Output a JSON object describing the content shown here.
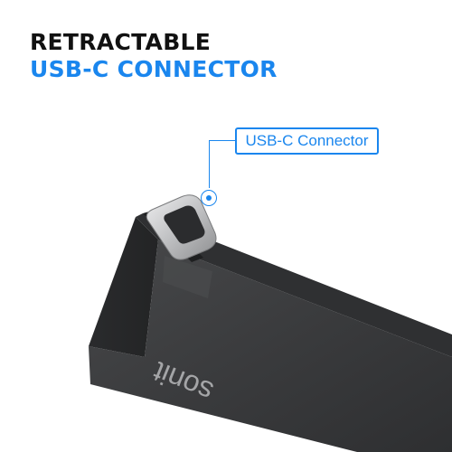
{
  "headline": {
    "line1": "RETRACTABLE",
    "line2": "USB-C CONNECTOR"
  },
  "callout": {
    "label": "USB-C Connector"
  },
  "device": {
    "brand_text": "sonit"
  },
  "colors": {
    "accent": "#1a86ee",
    "title": "#111111",
    "device_body": "#3a3b3d",
    "connector": "#c8c9cb"
  }
}
